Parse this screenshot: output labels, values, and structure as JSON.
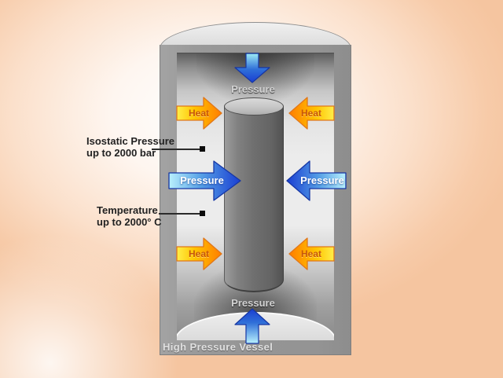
{
  "diagram": {
    "title": "High Pressure Vessel",
    "arrow_labels": {
      "pressure_top": "Pressure",
      "pressure_bottom": "Pressure",
      "pressure_left": "Pressure",
      "pressure_right": "Pressure",
      "heat_top_left": "Heat",
      "heat_top_right": "Heat",
      "heat_bottom_left": "Heat",
      "heat_bottom_right": "Heat"
    },
    "annotations": {
      "isostatic_pressure": {
        "line1": "Isostatic Pressure",
        "line2": "up to 2000 bar"
      },
      "temperature": {
        "line1": "Temperature",
        "line2": "up to 2000° C"
      }
    },
    "colors": {
      "heat_arrow_tail": "#ffef49",
      "heat_arrow_tip": "#ff7c00",
      "pressure_arrow_tail": "#b9f1fd",
      "pressure_arrow_tip": "#1a3ed2",
      "vessel_wall": "#959595",
      "chamber_light": "#ececec",
      "cylinder_dark": "#6f6f6f",
      "background_peach": "#f5c5a0"
    }
  }
}
